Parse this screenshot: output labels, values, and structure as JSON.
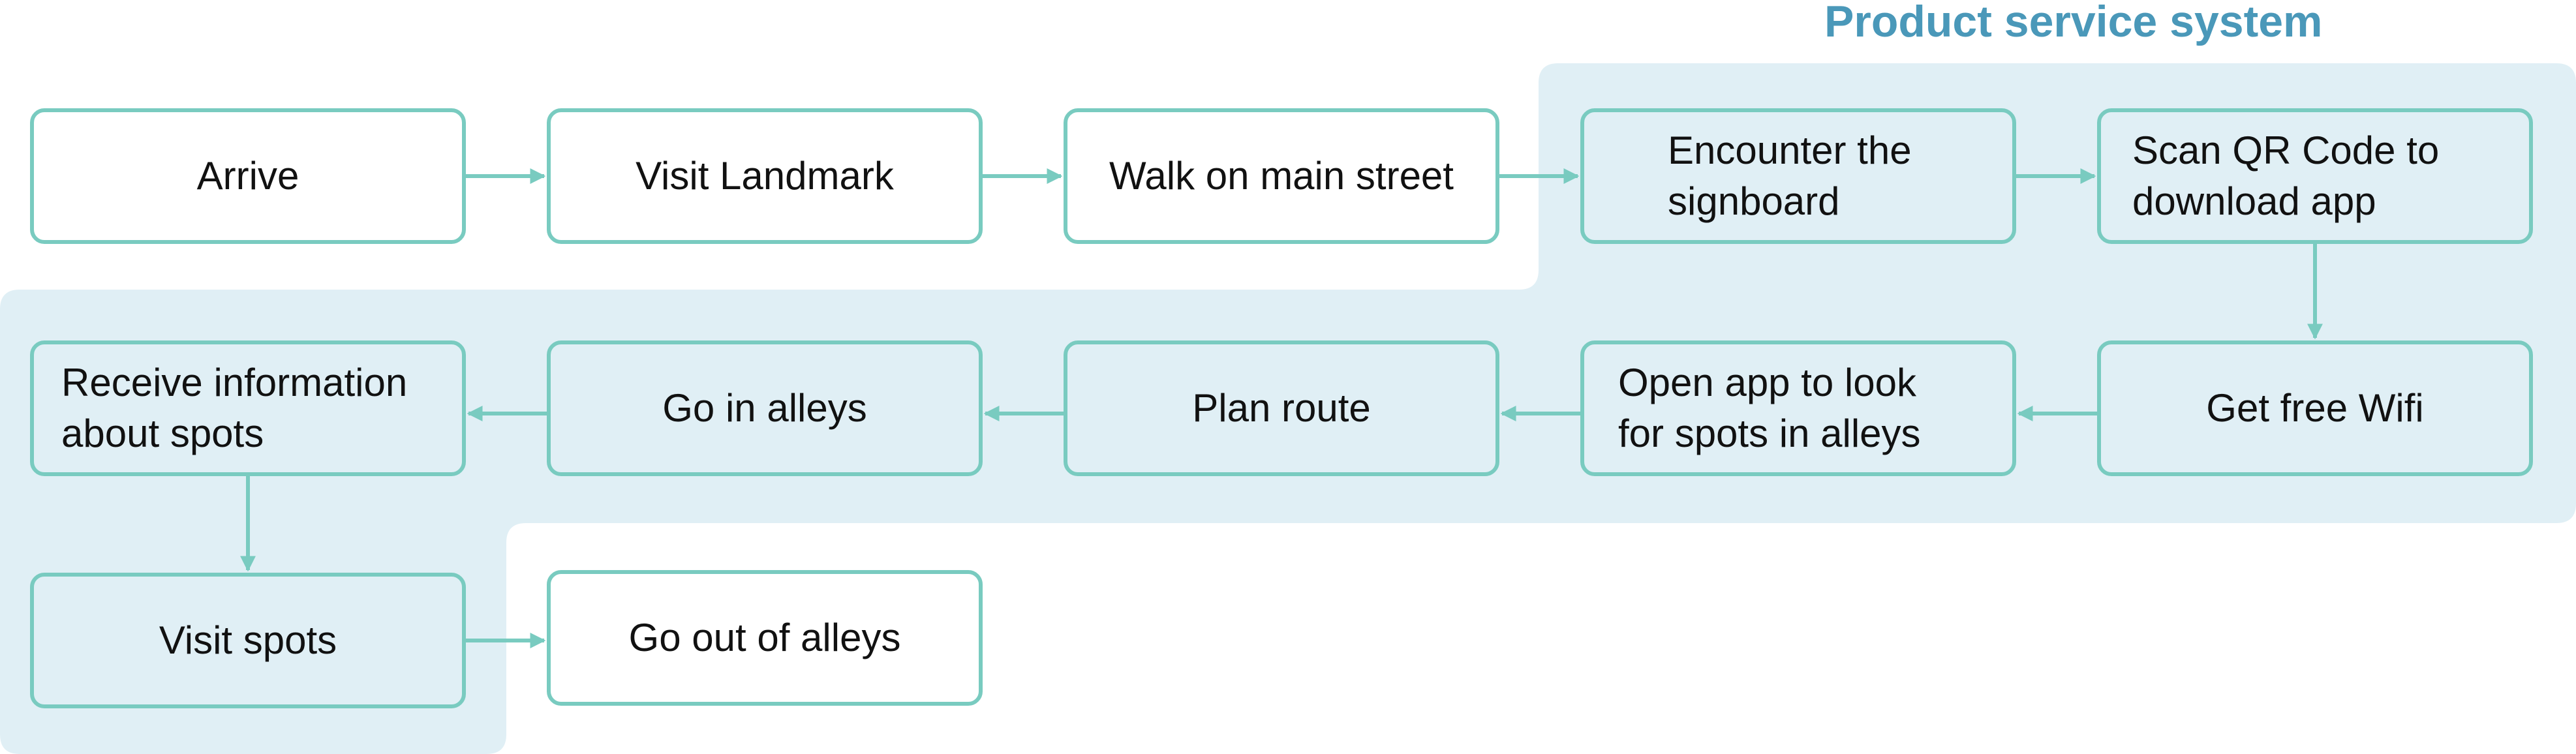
{
  "diagram": {
    "group_title": "Product service system",
    "colors": {
      "region_fill": "#e0eff5",
      "node_border": "#79cbc0",
      "arrow": "#79cbc0",
      "title": "#4a98b9",
      "text": "#111111"
    },
    "nodes": [
      {
        "id": "arrive",
        "label": "Arrive"
      },
      {
        "id": "visit-landmark",
        "label": "Visit Landmark"
      },
      {
        "id": "walk-main-street",
        "label": "Walk on main street"
      },
      {
        "id": "encounter-signboard",
        "label": "Encounter the\nsignboard"
      },
      {
        "id": "scan-qr",
        "label": "Scan QR Code to\ndownload app"
      },
      {
        "id": "get-wifi",
        "label": "Get free Wifi"
      },
      {
        "id": "open-app",
        "label": "Open app to look\nfor spots in alleys"
      },
      {
        "id": "plan-route",
        "label": "Plan route"
      },
      {
        "id": "go-in-alleys",
        "label": "Go in alleys"
      },
      {
        "id": "receive-info",
        "label": "Receive information\nabout spots"
      },
      {
        "id": "visit-spots",
        "label": "Visit spots"
      },
      {
        "id": "go-out-alleys",
        "label": "Go out of alleys"
      }
    ],
    "edges": [
      {
        "from": "arrive",
        "to": "visit-landmark"
      },
      {
        "from": "visit-landmark",
        "to": "walk-main-street"
      },
      {
        "from": "walk-main-street",
        "to": "encounter-signboard"
      },
      {
        "from": "encounter-signboard",
        "to": "scan-qr"
      },
      {
        "from": "scan-qr",
        "to": "get-wifi"
      },
      {
        "from": "get-wifi",
        "to": "open-app"
      },
      {
        "from": "open-app",
        "to": "plan-route"
      },
      {
        "from": "plan-route",
        "to": "go-in-alleys"
      },
      {
        "from": "go-in-alleys",
        "to": "receive-info"
      },
      {
        "from": "receive-info",
        "to": "visit-spots"
      },
      {
        "from": "visit-spots",
        "to": "go-out-alleys"
      }
    ]
  }
}
